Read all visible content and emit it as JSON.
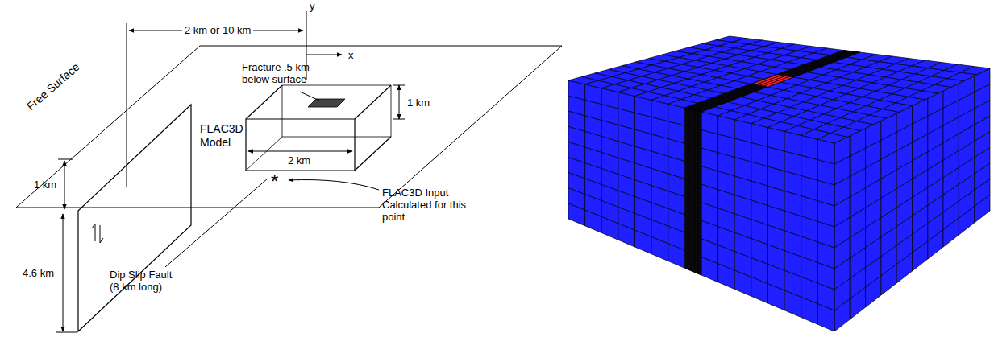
{
  "diagram": {
    "labels": [
      "2 km or 10 km",
      "y",
      "x",
      "Fracture .5 km below surface",
      "1 km",
      "FLAC3D Model",
      "2 km",
      "*",
      "FLAC3D Input Calculated for this point",
      "Free Surface",
      "1 km",
      "4.6 km",
      "Dip Slip Fault (8 km long)"
    ]
  }
}
